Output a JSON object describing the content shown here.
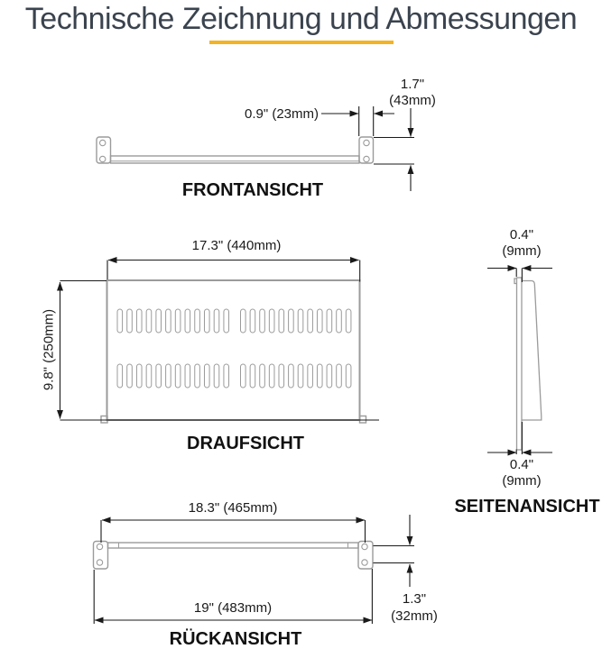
{
  "page": {
    "title": "Technische Zeichnung und Abmessungen",
    "accent_color": "#f4b323",
    "title_color": "#3a434e",
    "object_line_color": "#9b9b9b",
    "dimension_line_color": "#1a1a1a"
  },
  "views": {
    "front": {
      "label": "FRONTANSICHT",
      "dims": {
        "ear_width": "0.9\" (23mm)",
        "height_in": "1.7\"",
        "height_mm": "(43mm)"
      }
    },
    "top": {
      "label": "DRAUFSICHT",
      "dims": {
        "width": "17.3\" (440mm)",
        "depth": "9.8\" (250mm)"
      }
    },
    "side": {
      "label": "SEITENANSICHT",
      "dims": {
        "top_thickness_in": "0.4\"",
        "top_thickness_mm": "(9mm)",
        "bottom_thickness_in": "0.4\"",
        "bottom_thickness_mm": "(9mm)"
      }
    },
    "rear": {
      "label": "RÜCKANSICHT",
      "dims": {
        "hole_span": "18.3\" (465mm)",
        "total_width": "19\" (483mm)",
        "hole_offset_in": "1.3\"",
        "hole_offset_mm": "(32mm)"
      }
    }
  }
}
